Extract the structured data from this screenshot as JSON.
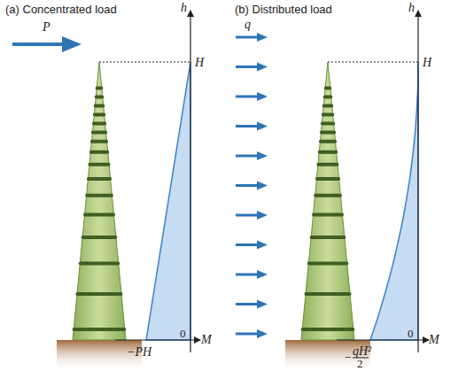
{
  "diagram": {
    "labels": [
      "(a) Concentrated load",
      "P",
      "h",
      "H",
      "0",
      "M",
      "−PH",
      "(b) Distributed load",
      "q",
      "h",
      "H",
      "0",
      "M",
      "−",
      "qH²",
      "2"
    ]
  }
}
